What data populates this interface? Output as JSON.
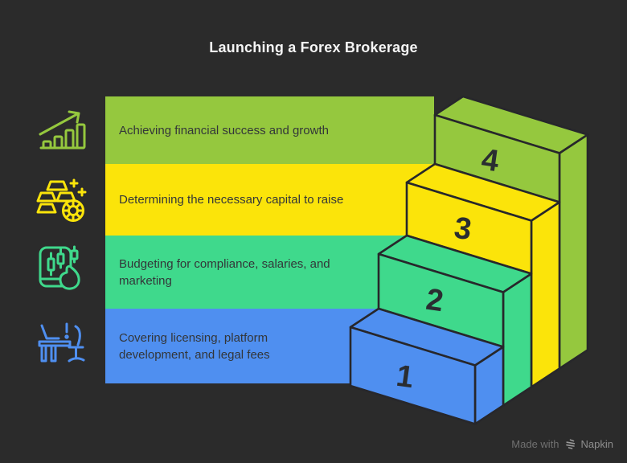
{
  "title": "Launching a Forex Brokerage",
  "steps": [
    {
      "number": "1",
      "label": "Covering licensing, platform development, and legal fees",
      "color": "#4F8FF0",
      "icon": "office-desk"
    },
    {
      "number": "2",
      "label": "Budgeting for compliance, salaries, and marketing",
      "color": "#3FD98C",
      "icon": "trading-app"
    },
    {
      "number": "3",
      "label": "Determining the necessary capital to raise",
      "color": "#FBE40A",
      "icon": "gold-bars"
    },
    {
      "number": "4",
      "label": "Achieving financial success and growth",
      "color": "#95C83E",
      "icon": "growth-chart"
    }
  ],
  "watermark": {
    "made_with": "Made with",
    "brand": "Napkin"
  },
  "colors": {
    "background": "#2B2B2B",
    "outline": "#27272B",
    "ink": "#2A2D31",
    "title_text": "#F5F5F5",
    "band_text": "#333639",
    "watermark_text": "#707070",
    "watermark_logo": "#9A9A9A"
  }
}
